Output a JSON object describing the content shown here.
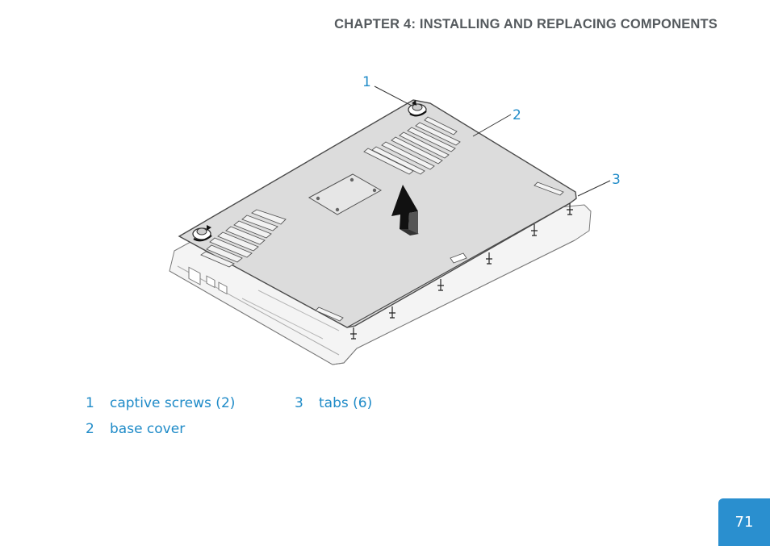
{
  "header": {
    "chapter_title": "CHAPTER 4: INSTALLING AND REPLACING COMPONENTS"
  },
  "figure": {
    "callouts": [
      "1",
      "2",
      "3"
    ],
    "icons": [
      "captive-screw-icon",
      "lift-arrow-icon",
      "tab-icon"
    ]
  },
  "legend": [
    {
      "number": "1",
      "label": "captive screws (2)"
    },
    {
      "number": "2",
      "label": "base cover"
    },
    {
      "number": "3",
      "label": "tabs (6)"
    }
  ],
  "page_number": "71",
  "colors": {
    "accent": "#1f8bc8",
    "tab": "#2a8fcf",
    "header_text": "#555a5e"
  }
}
